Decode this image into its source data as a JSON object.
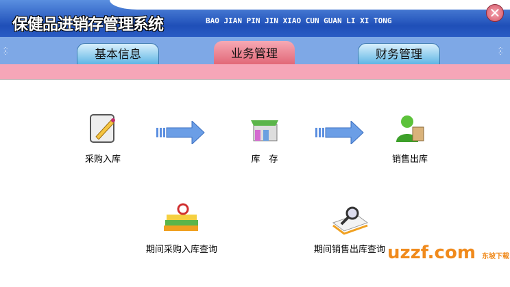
{
  "header": {
    "title": "保健品进销存管理系统",
    "subtitle": "BAO JIAN PIN JIN XIAO CUN GUAN LI XI TONG",
    "close": "✕"
  },
  "tabs": [
    {
      "label": "基本信息",
      "active": false
    },
    {
      "label": "业务管理",
      "active": true
    },
    {
      "label": "财务管理",
      "active": false
    }
  ],
  "flow": [
    {
      "label": "采购入库"
    },
    {
      "label": "库　存"
    },
    {
      "label": "销售出库"
    }
  ],
  "queries": [
    {
      "label": "期间采购入库查询"
    },
    {
      "label": "期间销售出库查询"
    }
  ],
  "watermark": {
    "text": "uzzf.com",
    "badge": "东坡下载"
  }
}
